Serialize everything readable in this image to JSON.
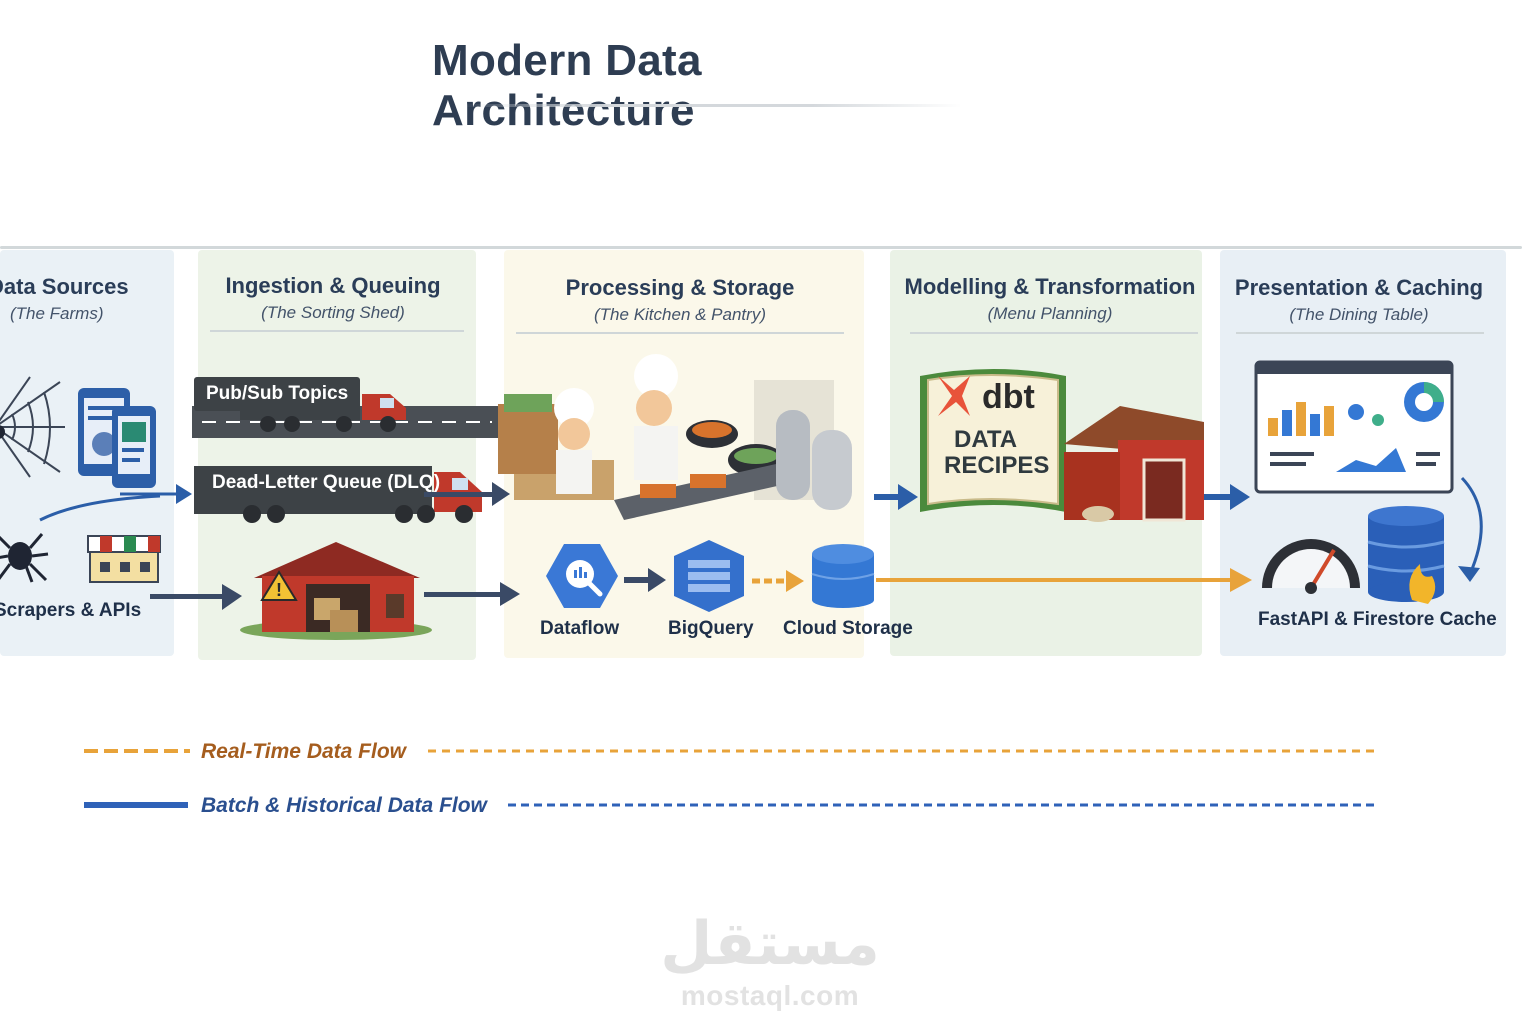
{
  "title": "Modern Data Architecture",
  "stages": [
    {
      "heading": "Data Sources",
      "subtitle": "(The Farms)"
    },
    {
      "heading": "Ingestion & Queuing",
      "subtitle": "(The Sorting Shed)"
    },
    {
      "heading": "Processing & Storage",
      "subtitle": "(The Kitchen & Pantry)"
    },
    {
      "heading": "Modelling & Transformation",
      "subtitle": "(Menu Planning)"
    },
    {
      "heading": "Presentation & Caching",
      "subtitle": "(The Dining Table)"
    }
  ],
  "sources": {
    "label": "Scrapers & APIs"
  },
  "ingestion": {
    "pubsub_label": "Pub/Sub Topics",
    "dlq_label": "Dead-Letter Queue (DLQ)"
  },
  "processing": {
    "dataflow_label": "Dataflow",
    "bigquery_label": "BigQuery",
    "cloud_storage_label": "Cloud Storage"
  },
  "modelling": {
    "dbt_logo_text": "dbt",
    "book_line1": "DATA",
    "book_line2": "RECIPES"
  },
  "presentation": {
    "label": "FastAPI & Firestore Cache"
  },
  "legend": {
    "realtime_label": "Real-Time Data Flow",
    "batch_label": "Batch & Historical Data Flow"
  },
  "watermark": {
    "arabic": "مستقل",
    "latin": "mostaql.com"
  },
  "colors": {
    "navy": "#2a3d58",
    "arrow_dark": "#3a4a66",
    "arrow_blue": "#2b5ea8",
    "realtime_orange": "#e8a33a",
    "batch_blue": "#2f62b8",
    "barn_red": "#c0392b"
  }
}
